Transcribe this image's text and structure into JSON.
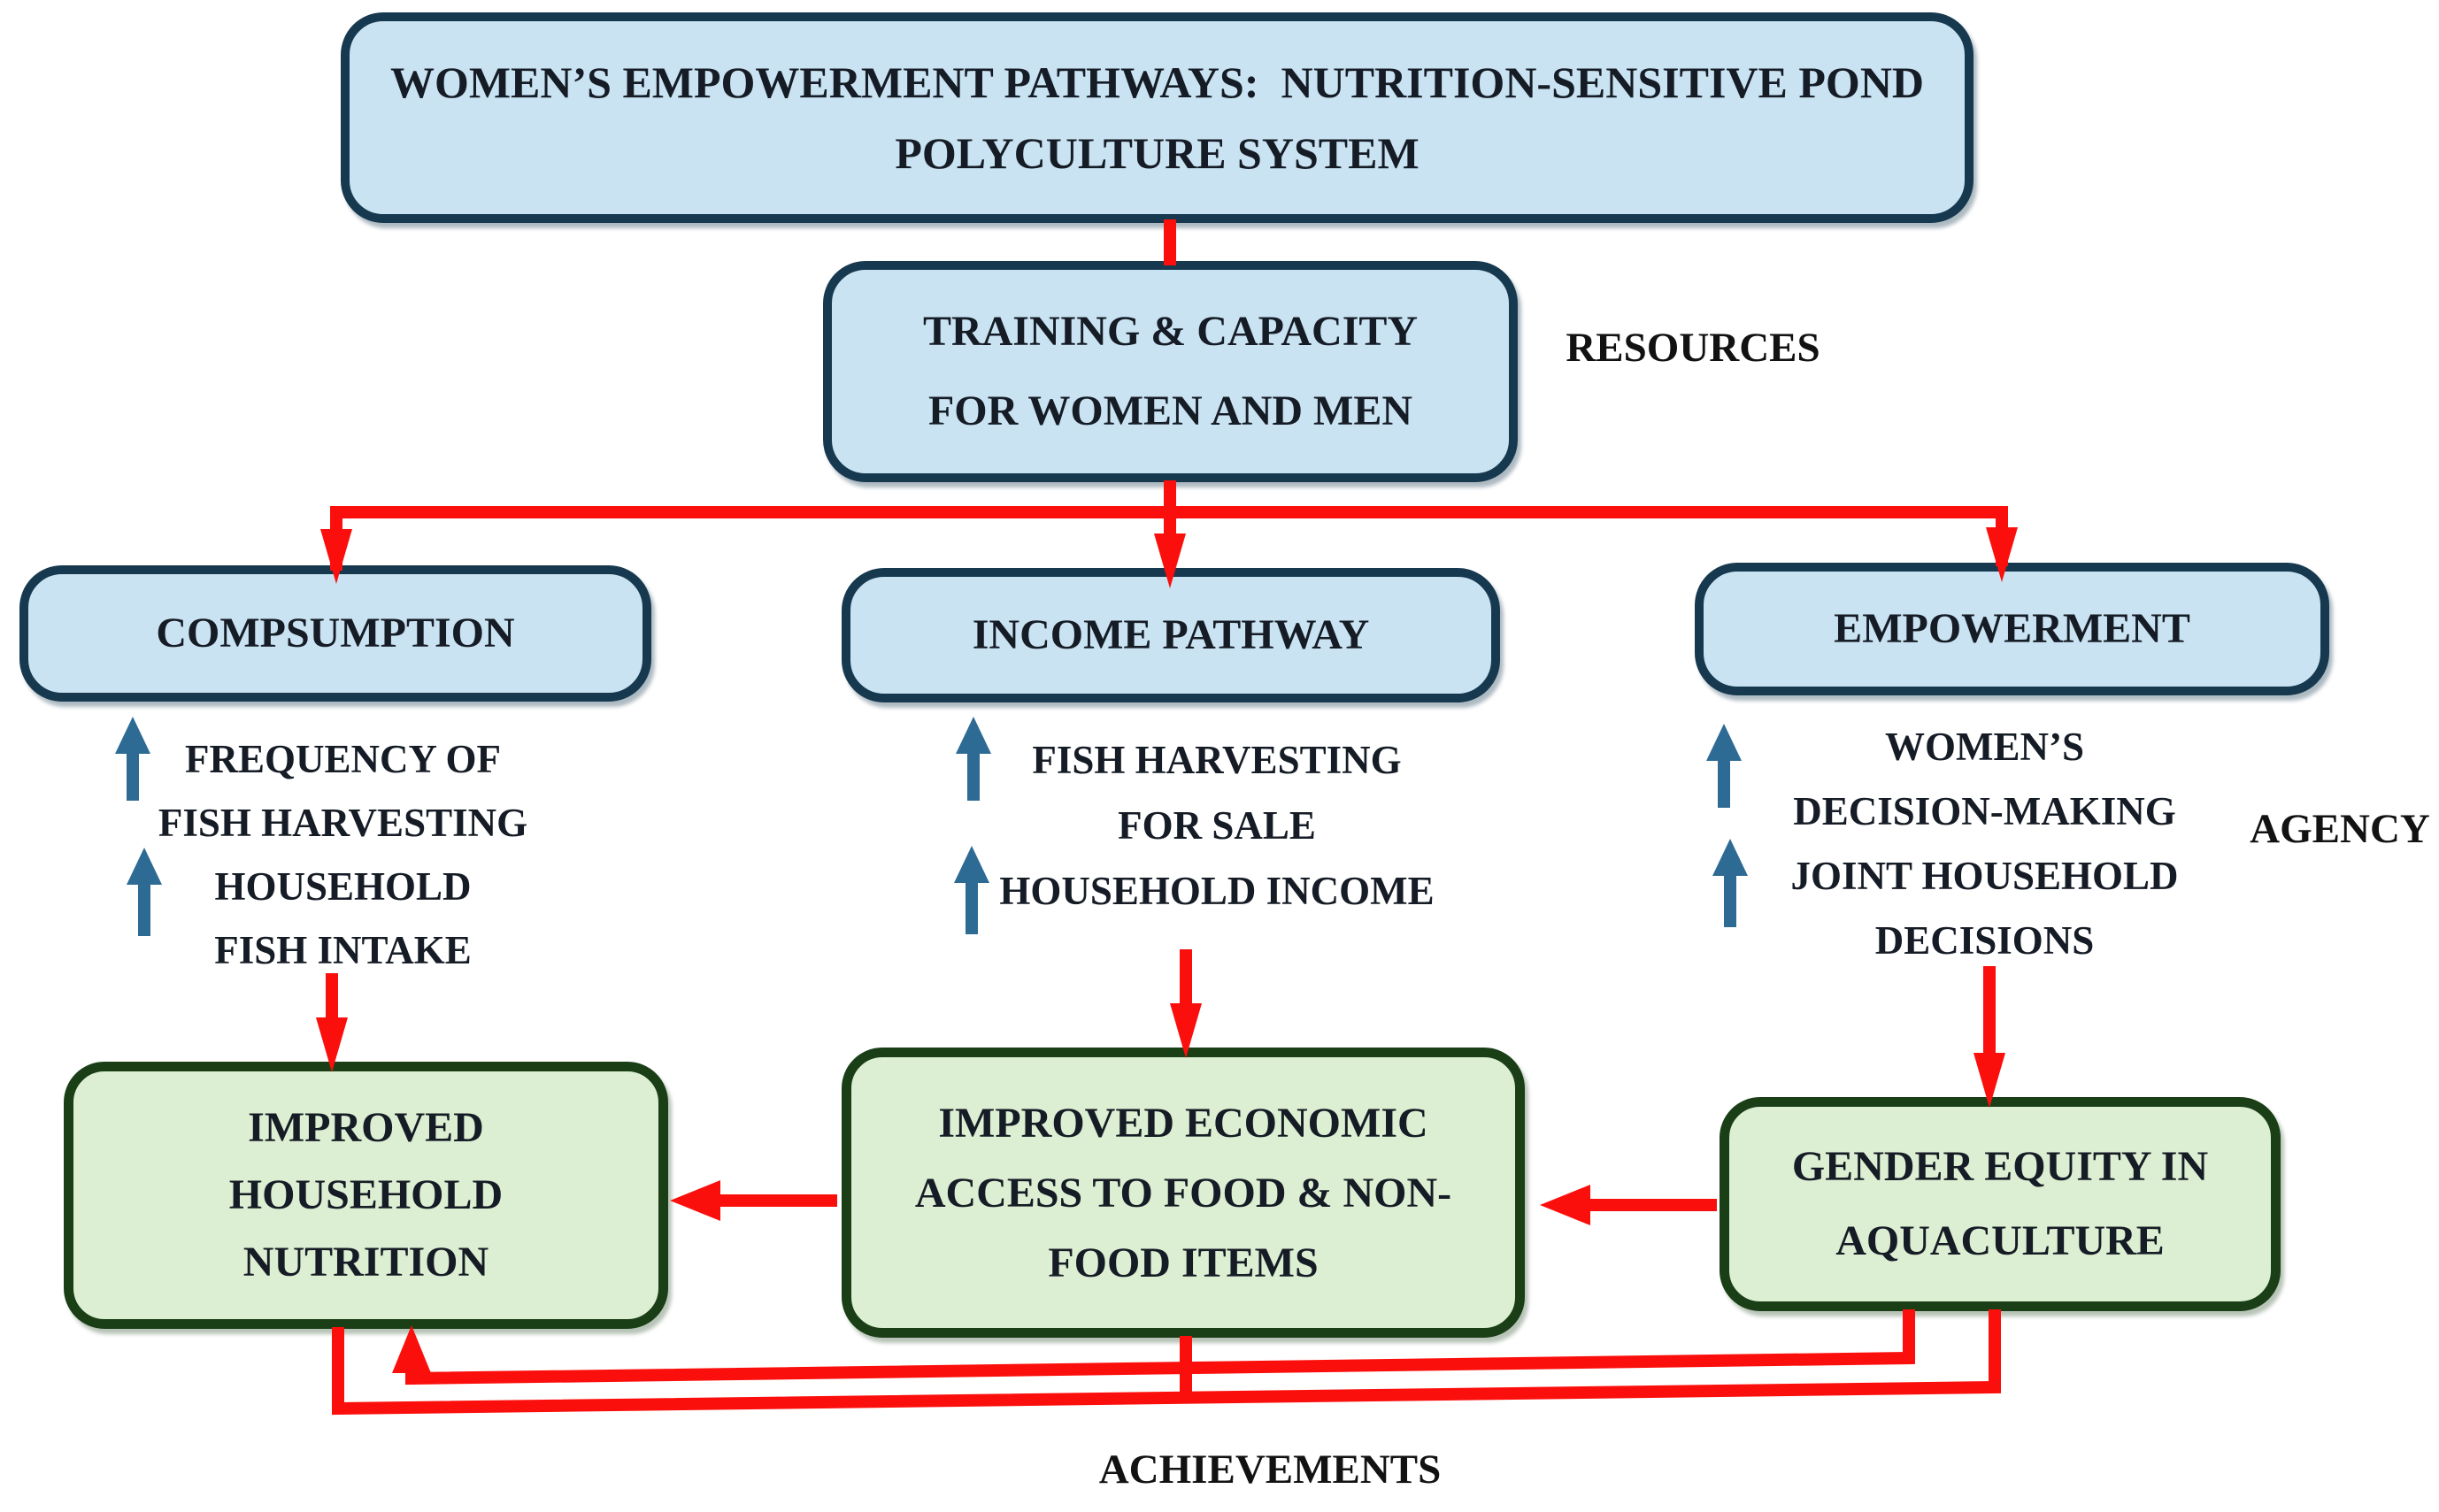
{
  "diagram": {
    "boxes": {
      "title": {
        "lines": [
          "WOMEN’S EMPOWERMENT PATHWAYS:  NUTRITION-SENSITIVE POND",
          "POLYCULTURE SYSTEM"
        ]
      },
      "training": {
        "lines": [
          "TRAINING & CAPACITY",
          "FOR WOMEN AND MEN"
        ]
      },
      "consumption": {
        "lines": [
          "COMPSUMPTION"
        ]
      },
      "income": {
        "lines": [
          "INCOME PATHWAY"
        ]
      },
      "empowerment": {
        "lines": [
          "EMPOWERMENT"
        ]
      },
      "nutrition": {
        "lines": [
          "IMPROVED",
          "HOUSEHOLD",
          "NUTRITION"
        ]
      },
      "economic": {
        "lines": [
          "IMPROVED ECONOMIC",
          "ACCESS TO FOOD & NON-",
          "FOOD ITEMS"
        ]
      },
      "gender": {
        "lines": [
          "GENDER EQUITY IN",
          "AQUACULTURE"
        ]
      }
    },
    "indicators": {
      "consumption": [
        {
          "lines": [
            "FREQUENCY OF",
            "FISH HARVESTING"
          ]
        },
        {
          "lines": [
            "HOUSEHOLD",
            "FISH INTAKE"
          ]
        }
      ],
      "income": [
        {
          "lines": [
            "FISH HARVESTING",
            "FOR SALE"
          ]
        },
        {
          "lines": [
            "HOUSEHOLD INCOME"
          ]
        }
      ],
      "empowerment": [
        {
          "lines": [
            "WOMEN’S",
            "DECISION-MAKING"
          ]
        },
        {
          "lines": [
            "JOINT HOUSEHOLD",
            "DECISIONS"
          ]
        }
      ]
    },
    "side_labels": {
      "resources": "RESOURCES",
      "agency": "AGENCY",
      "achievements": "ACHIEVEMENTS"
    },
    "colors": {
      "blue_box_fill": "#c9e3f2",
      "blue_box_border": "#17394f",
      "green_box_fill": "#dcefd2",
      "green_box_border": "#1a3f17",
      "red_arrow": "#fb0f0c",
      "blue_arrow": "#2e6b94"
    }
  }
}
